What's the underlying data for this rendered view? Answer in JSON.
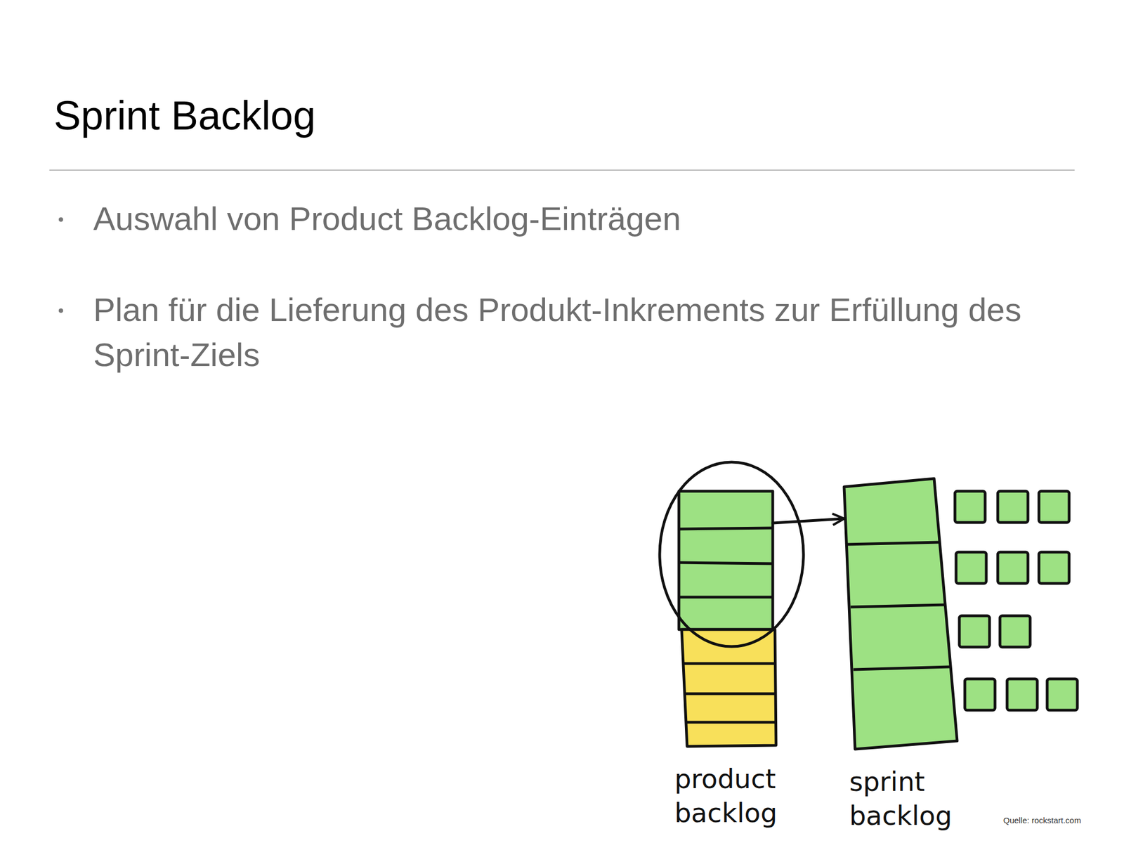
{
  "diagram": {
    "title": "Sprint Backlog",
    "nodes": [
      {
        "text": [
          "product backlog"
        ]
      },
      {
        "text": [
          "sprint backlog"
        ]
      }
    ],
    "edges": [
      {
        "from": 0,
        "to": 1,
        "arrow": "to"
      }
    ],
    "labels": [
      "Auswahl von Product Backlog-Einträgen",
      "Plan für die Lieferung des Produkt-Inkrements zur Erfüllung des Sprint-Ziels",
      "Quelle: rockstart.com"
    ]
  }
}
